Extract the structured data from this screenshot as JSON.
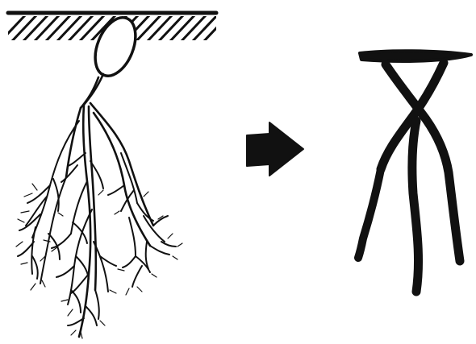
{
  "figure": {
    "panels": [
      "root-sketch",
      "arrow",
      "glyph"
    ],
    "ink_color": "#111111",
    "background": "#ffffff"
  }
}
